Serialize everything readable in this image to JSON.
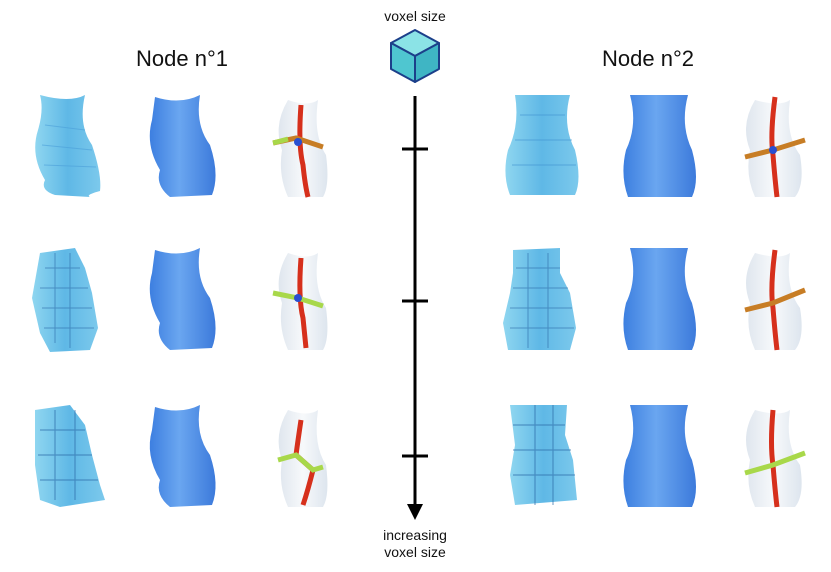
{
  "header": {
    "voxel_size_label": "voxel size",
    "axis_label_line1": "increasing",
    "axis_label_line2": "voxel size"
  },
  "nodes": [
    {
      "title": "Node n°1"
    },
    {
      "title": "Node n°2"
    }
  ],
  "colors": {
    "surface_light": "#6fc3e8",
    "surface_dark": "#3f86e0",
    "cube_face": "#5fd3d9",
    "cube_edge": "#1c3f8a",
    "skeleton_red": "#d6301c",
    "skeleton_orange": "#c77d25",
    "skeleton_green": "#a8d84a",
    "junction_blue": "#2a4fd0",
    "axis": "#000000"
  },
  "icons": [
    "voxel-cube-icon",
    "down-arrow-icon"
  ]
}
